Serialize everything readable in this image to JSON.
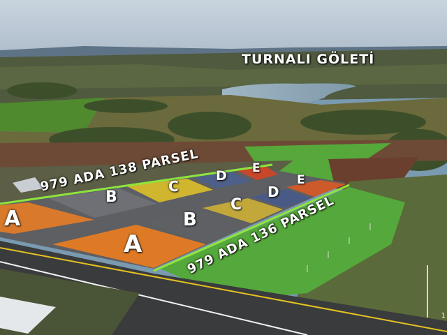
{
  "lake_title": "TURNALI GÖLETİ",
  "parcels": {
    "upper_label": "979 ADA 138 PARSEL",
    "lower_label": "979 ADA 136 PARSEL"
  },
  "lots": {
    "upper": [
      "A",
      "B",
      "C",
      "D",
      "E"
    ],
    "lower": [
      "A",
      "B",
      "C",
      "D",
      "E"
    ]
  },
  "corner_text": "1"
}
